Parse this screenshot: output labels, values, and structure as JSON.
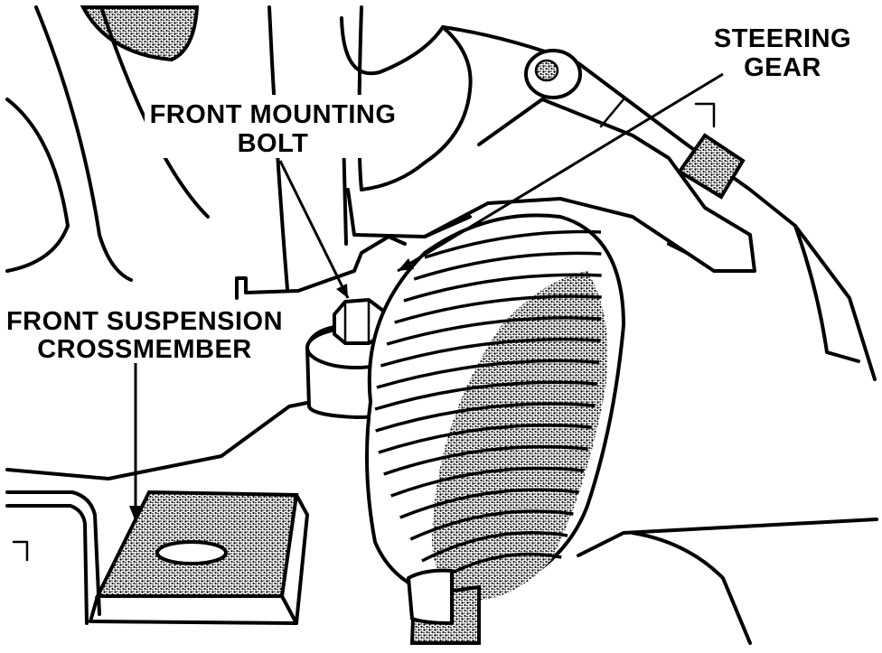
{
  "labels": {
    "steering_gear": [
      "STEERING",
      "GEAR"
    ],
    "front_mounting_bolt": [
      "FRONT MOUNTING",
      "BOLT"
    ],
    "front_suspension_crossmember": [
      "FRONT SUSPENSION",
      "CROSSMEMBER"
    ]
  },
  "colors": {
    "ink": "#000000",
    "paper": "#ffffff"
  }
}
